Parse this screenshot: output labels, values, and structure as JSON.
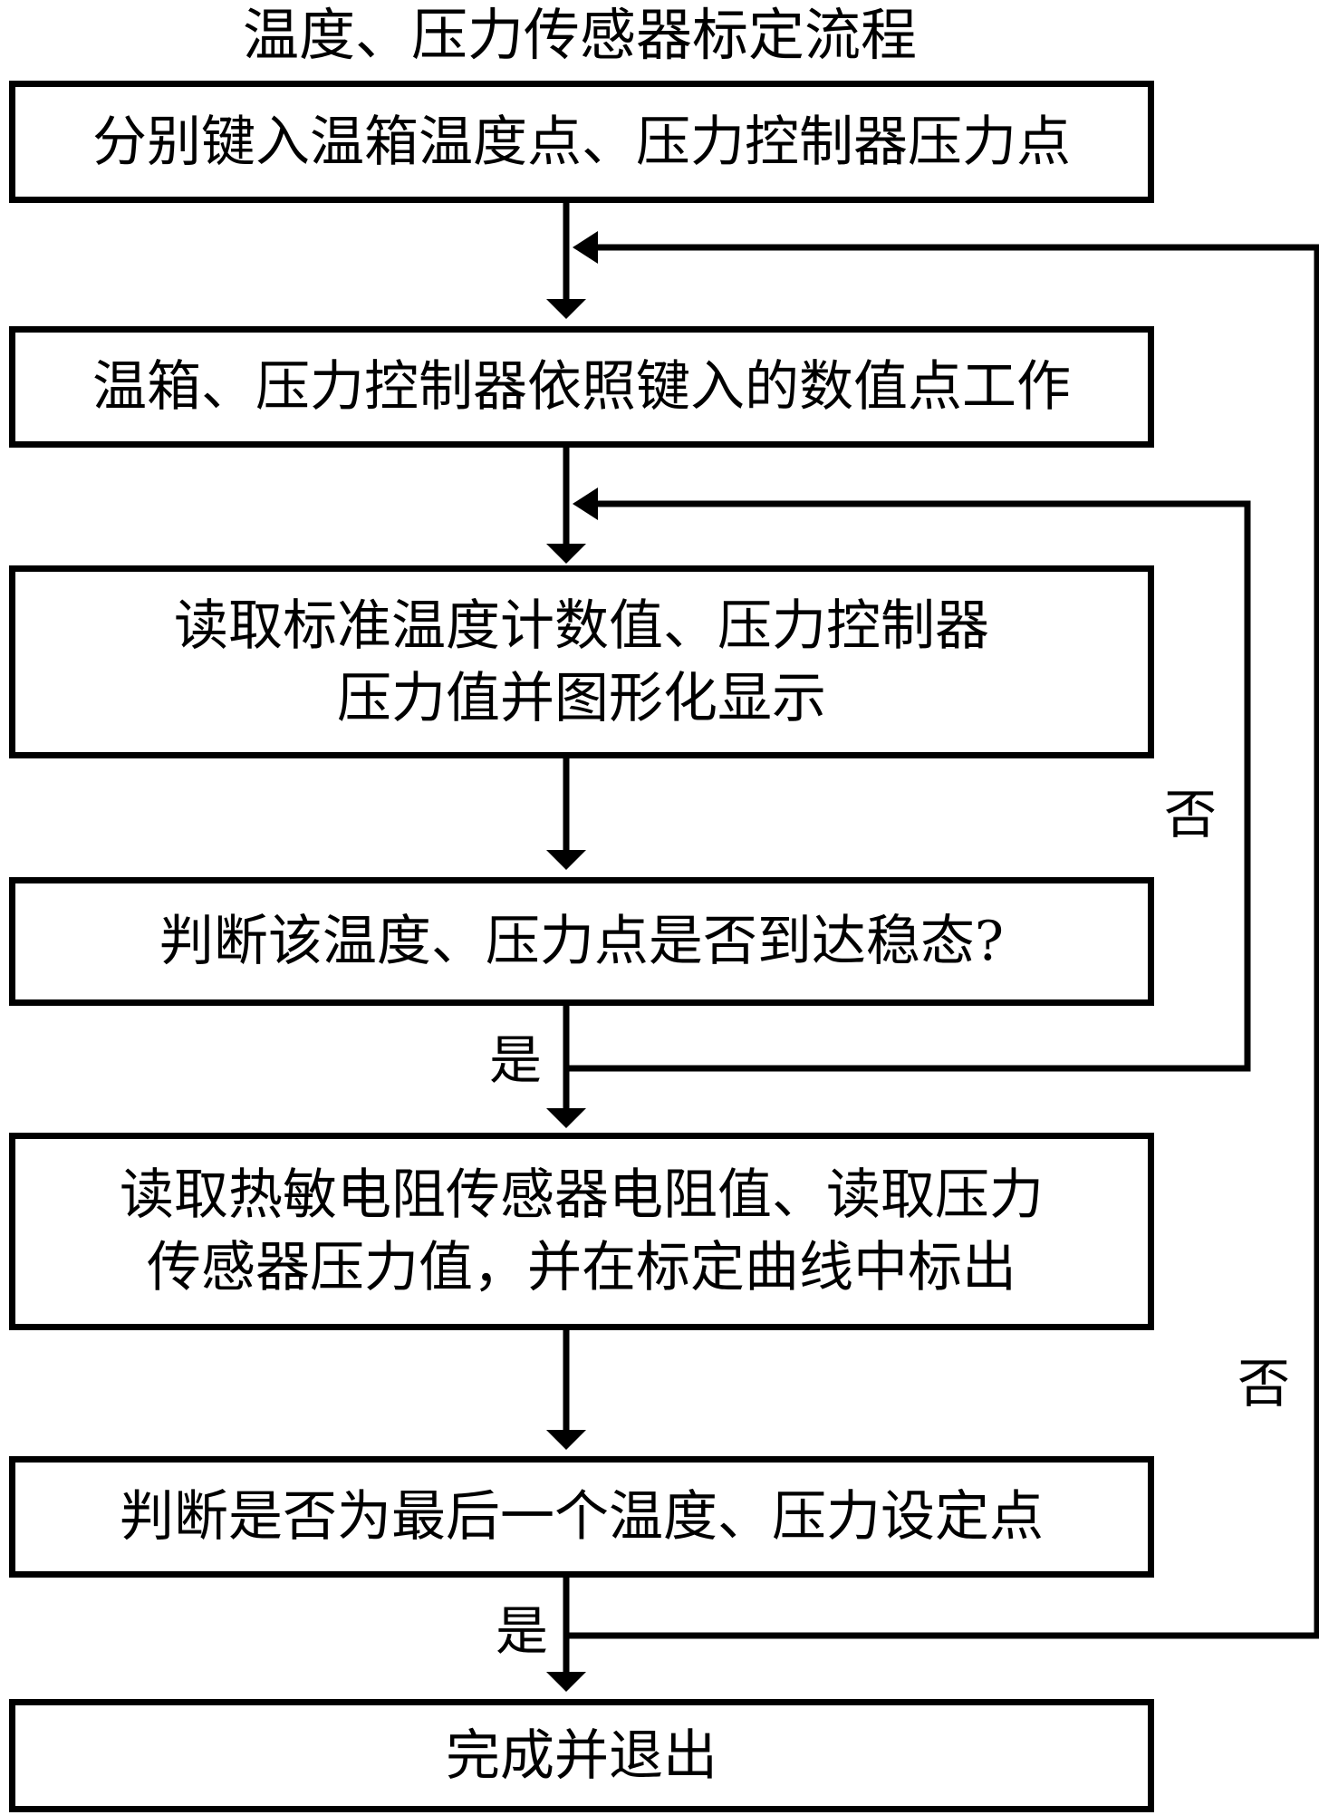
{
  "title": "温度、压力传感器标定流程",
  "steps": [
    {
      "lines": [
        "分别键入温箱温度点、压力控制器压力点"
      ]
    },
    {
      "lines": [
        "温箱、压力控制器依照键入的数值点工作"
      ]
    },
    {
      "lines": [
        "读取标准温度计数值、压力控制器",
        "压力值并图形化显示"
      ]
    },
    {
      "lines": [
        "判断该温度、压力点是否到达稳态?"
      ]
    },
    {
      "lines": [
        "读取热敏电阻传感器电阻值、读取压力",
        "传感器压力值，并在标定曲线中标出"
      ]
    },
    {
      "lines": [
        "判断是否为最后一个温度、压力设定点"
      ]
    },
    {
      "lines": [
        "完成并退出"
      ]
    }
  ],
  "branches": {
    "steady_no": "否",
    "steady_yes": "是",
    "last_no": "否",
    "last_yes": "是"
  }
}
